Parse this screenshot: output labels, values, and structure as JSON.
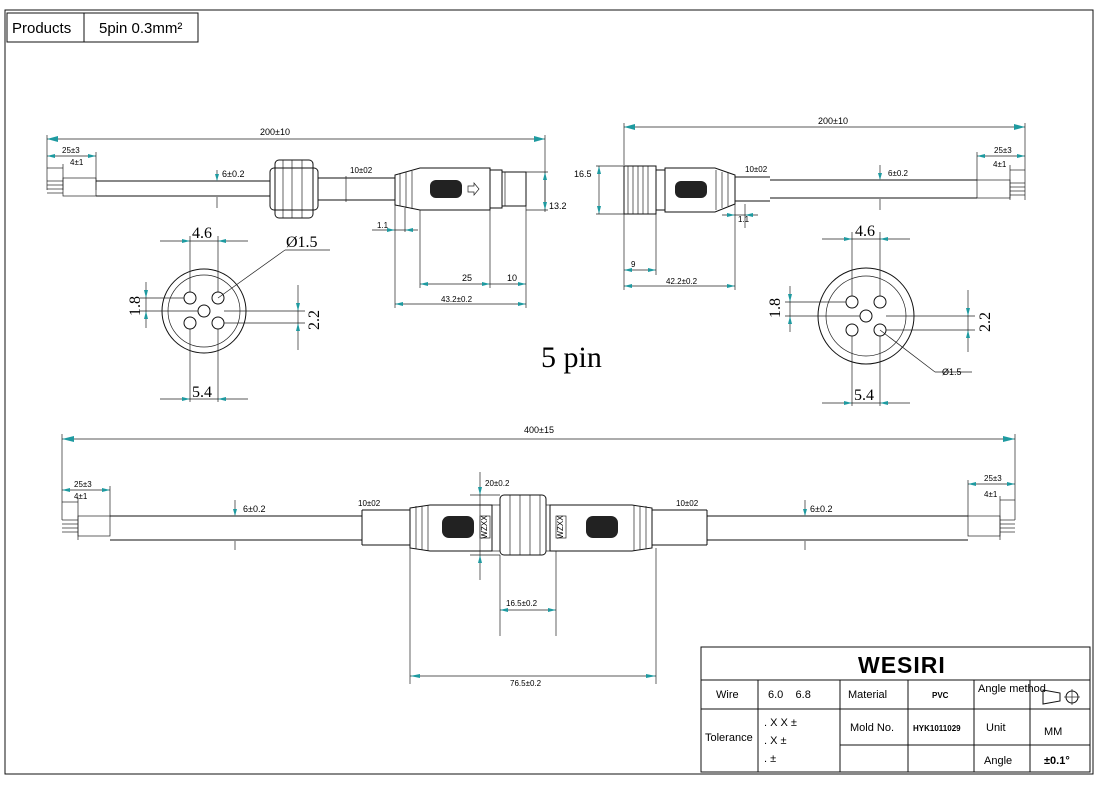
{
  "header": {
    "products_label": "Products",
    "spec": "5pin  0.3mm²"
  },
  "top_left_drawing": {
    "overall_length": "200±10",
    "strip_outer": "25±3",
    "strip_inner": "4±1",
    "cable_diameter": "6±0.2",
    "boot_diameter": "10±02",
    "nut_diameter": "13.2",
    "gap": "1.1",
    "body_len": "25",
    "tip_len": "10",
    "total_len": "43.2±0.2"
  },
  "top_right_drawing": {
    "overall_length": "200±10",
    "strip_outer": "25±3",
    "strip_inner": "4±1",
    "cable_diameter": "6±0.2",
    "boot_diameter": "10±02",
    "thread_diameter": "16.5",
    "gap": "1.1",
    "thread_len": "9",
    "total_len": "42.2±0.2"
  },
  "left_face": {
    "pitch_top": "4.6",
    "pin_diameter": "Ø1.5",
    "offset_left": "1.8",
    "offset_right": "2.2",
    "pitch_bottom": "5.4"
  },
  "right_face": {
    "pitch_top": "4.6",
    "pin_diameter": "Ø1.5",
    "offset_left": "1.8",
    "offset_right": "2.2",
    "pitch_bottom": "5.4"
  },
  "center_label": "5 pin",
  "bottom_drawing": {
    "overall_length": "400±15",
    "left_strip_outer": "25±3",
    "left_strip_inner": "4±1",
    "left_cable_diameter": "6±0.2",
    "left_boot_diameter": "10±02",
    "nut_diameter": "20±0.2",
    "right_boot_diameter": "10±02",
    "right_cable_diameter": "6±0.2",
    "right_strip_outer": "25±3",
    "right_strip_inner": "4±1",
    "nut_length": "16.5±0.2",
    "total_length": "76.5±0.2",
    "logo_text": "WZXX"
  },
  "title_block": {
    "brand": "WESIRI",
    "wire_label": "Wire",
    "wire_values": "6.0    6.8",
    "material_label": "Material",
    "material_value": "PVC",
    "angle_method_label": "Angle method",
    "tolerance_label": "Tolerance",
    "tol_1": ". X X ±",
    "tol_2": ". X ±",
    "tol_3": ". ±",
    "mold_label": "Mold No.",
    "mold_value": "HYK1011029",
    "unit_label": "Unit",
    "unit_value": "MM",
    "angle_label": "Angle",
    "angle_value": "±0.1°"
  }
}
